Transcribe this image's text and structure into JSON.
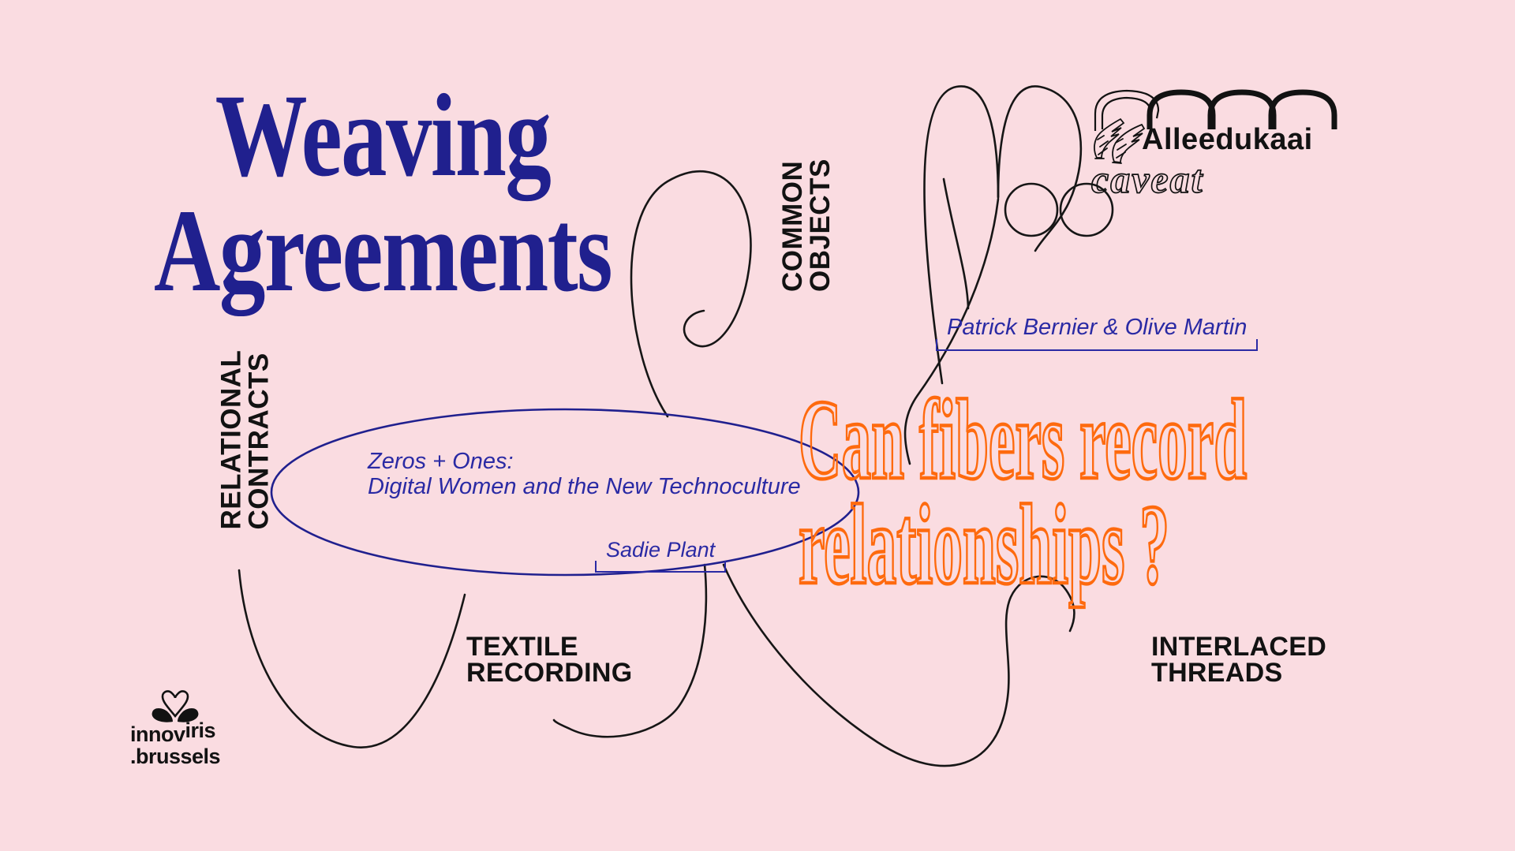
{
  "poster": {
    "title": {
      "line1": "Weaving",
      "line2": "Agreements"
    },
    "labels": {
      "common_objects": {
        "line1": "COMMON",
        "line2": "OBJECTS"
      },
      "relational_contracts": {
        "line1": "RELATIONAL",
        "line2": "CONTRACTS"
      },
      "textile_recording": {
        "line1": "TEXTILE",
        "line2": "RECORDING"
      },
      "interlaced_threads": {
        "line1": "INTERLACED",
        "line2": "THREADS"
      }
    },
    "artists": "Patrick Bernier & Olive Martin",
    "book": {
      "title_line1": "Zeros + Ones:",
      "title_line2": "Digital Women and the New Technoculture",
      "author": "Sadie Plant"
    },
    "question": {
      "line1": "Can fibers record",
      "line2": "relationships ?"
    },
    "logos": {
      "alleedukaai": {
        "name": "Alleedukaai",
        "program": "caveat"
      },
      "innoviris": {
        "part1": "innov",
        "part2": "iris",
        "line2": ".brussels"
      }
    },
    "icons": {
      "arches": "arches-icon",
      "hands": "pointing-hands-icon",
      "heart": "heart-flower-icon"
    },
    "colors": {
      "background": "#fadce1",
      "navy_title": "#20208e",
      "blue_italic": "#2a2aa4",
      "orange": "#fe6a0e",
      "black": "#121212"
    }
  }
}
